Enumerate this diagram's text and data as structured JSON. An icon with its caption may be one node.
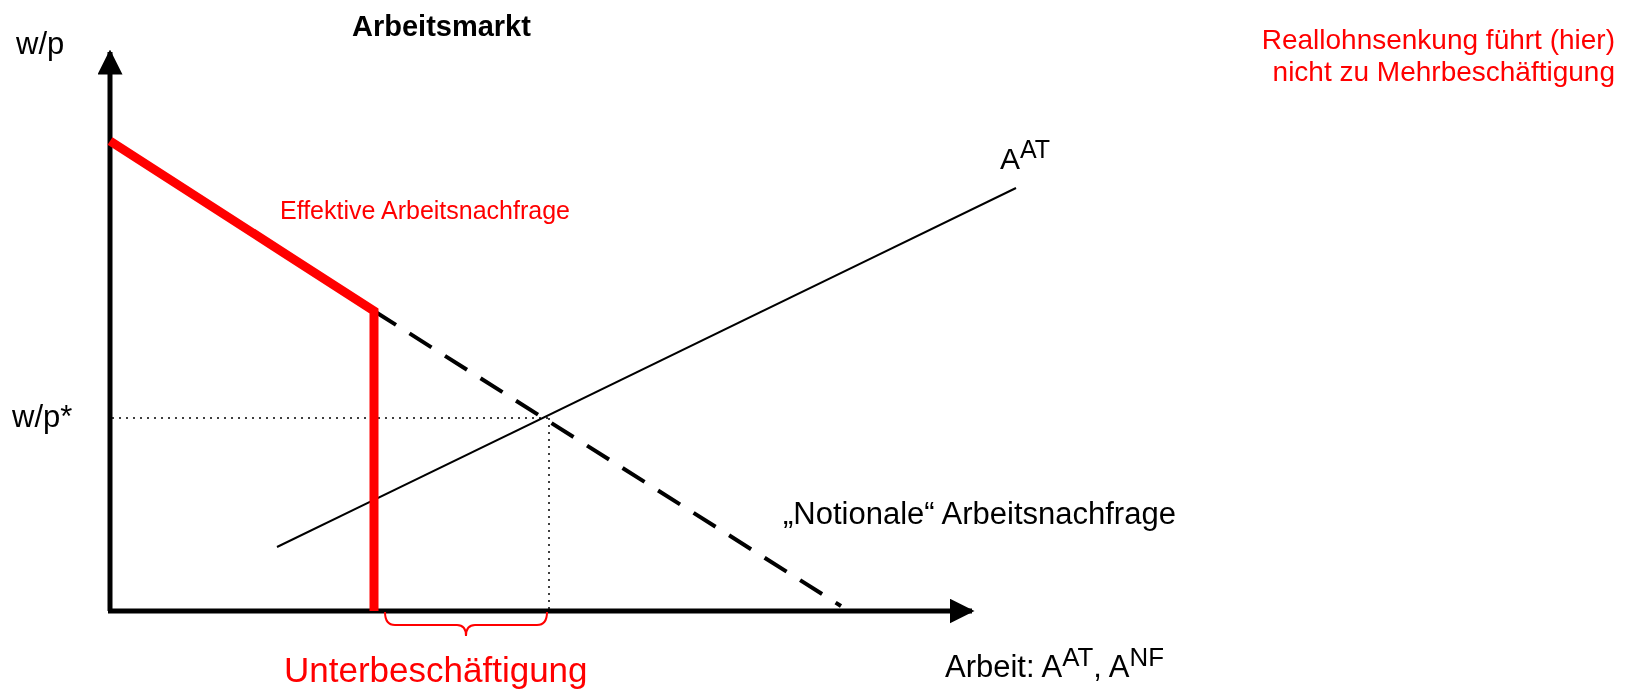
{
  "diagram": {
    "title": "Arbeitsmarkt",
    "labels": [
      "w/p",
      "Reallohnsenkung führt (hier) nicht zu Mehrbeschäftigung",
      "A$^{AT}$",
      "Effektive Arbeitsnachfrage",
      "w/p*",
      "„Notionale“ Arbeitsnachfrage",
      "Unterbeschäftigung",
      "Arbeit: A$^{AT}$, A$^{NF}$"
    ]
  }
}
